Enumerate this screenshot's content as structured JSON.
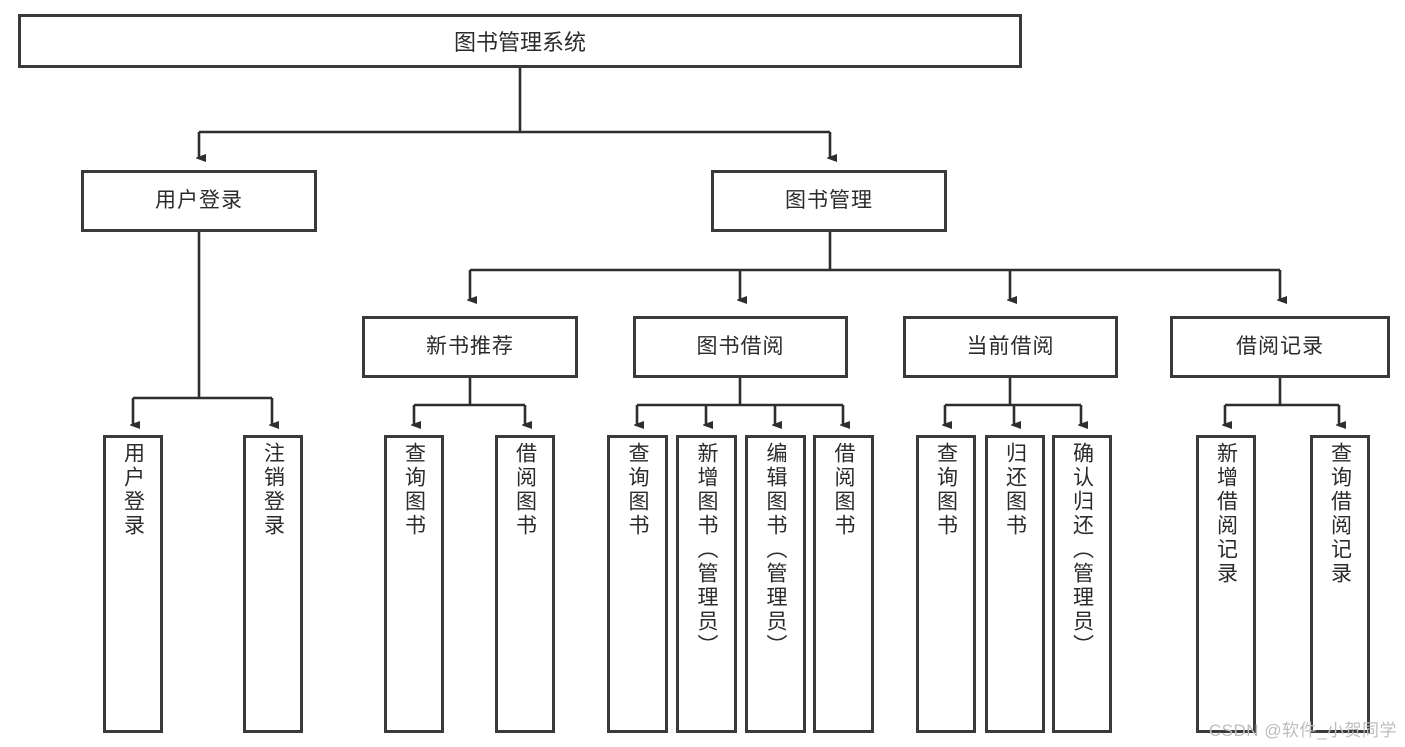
{
  "diagram": {
    "title": "图书管理系统",
    "watermark": "CSDN @软件_小贺同学",
    "stroke_color": "#3a3a3a",
    "text_color": "#2b2b2b",
    "background": "#ffffff",
    "root": {
      "label": "图书管理系统"
    },
    "level1": [
      {
        "label": "用户登录"
      },
      {
        "label": "图书管理"
      }
    ],
    "level2": [
      {
        "label": "新书推荐"
      },
      {
        "label": "图书借阅"
      },
      {
        "label": "当前借阅"
      },
      {
        "label": "借阅记录"
      }
    ],
    "leaves": {
      "user_login": [
        {
          "label": "用户登录"
        },
        {
          "label": "注销登录"
        }
      ],
      "new_book": [
        {
          "label": "查询图书"
        },
        {
          "label": "借阅图书"
        }
      ],
      "book_borrow": [
        {
          "label": "查询图书"
        },
        {
          "label": "新增图书（管理员）"
        },
        {
          "label": "编辑图书（管理员）"
        },
        {
          "label": "借阅图书"
        }
      ],
      "current_borrow": [
        {
          "label": "查询图书"
        },
        {
          "label": "归还图书"
        },
        {
          "label": "确认归还（管理员）"
        }
      ],
      "borrow_record": [
        {
          "label": "新增借阅记录"
        },
        {
          "label": "查询借阅记录"
        }
      ]
    }
  }
}
